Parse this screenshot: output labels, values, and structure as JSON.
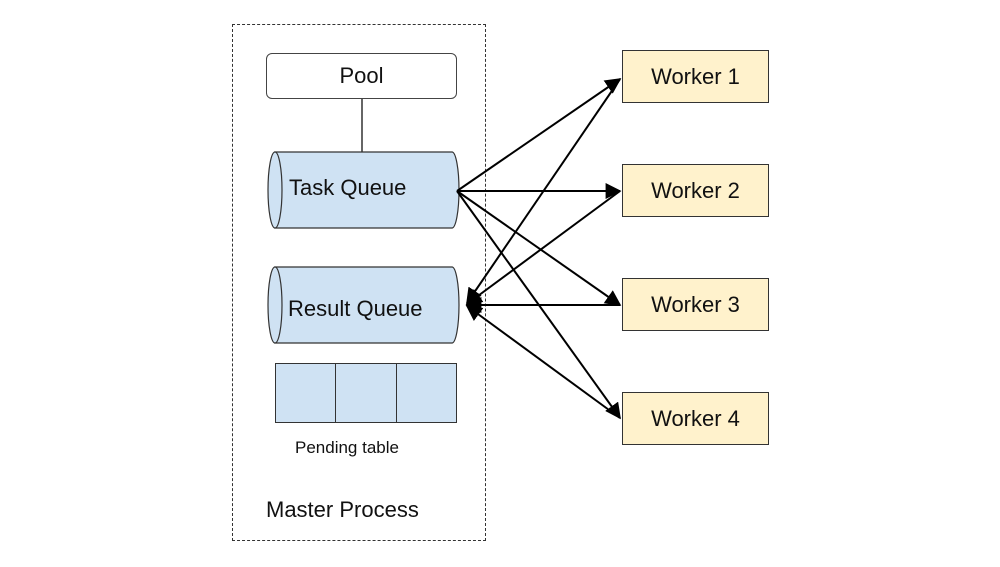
{
  "master": {
    "label": "Master Process"
  },
  "pool": {
    "label": "Pool"
  },
  "queues": {
    "task": "Task Queue",
    "result": "Result Queue"
  },
  "pending": {
    "label": "Pending table",
    "cells": 3
  },
  "workers": [
    {
      "label": "Worker 1"
    },
    {
      "label": "Worker 2"
    },
    {
      "label": "Worker 3"
    },
    {
      "label": "Worker 4"
    }
  ],
  "colors": {
    "queue_fill": "#cfe2f3",
    "worker_fill": "#fff2cc",
    "stroke": "#000000"
  }
}
